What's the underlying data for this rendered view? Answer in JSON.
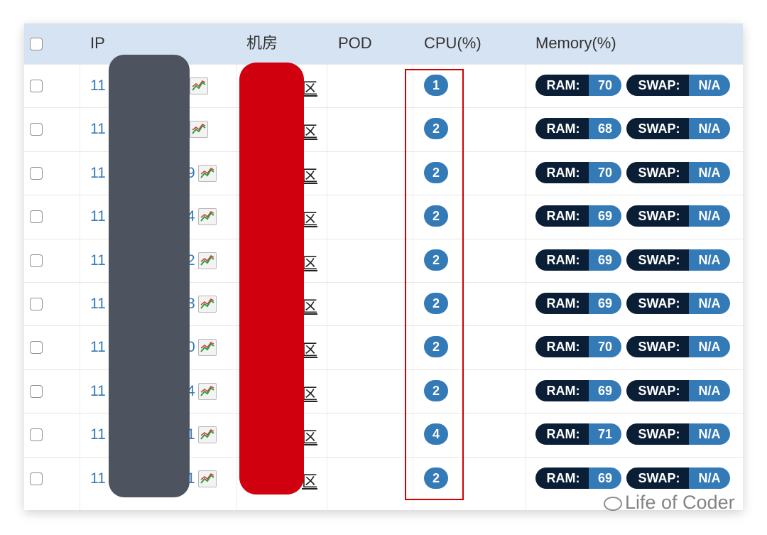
{
  "table": {
    "headers": {
      "ip": "IP",
      "room": "机房",
      "pod": "POD",
      "cpu": "CPU(%)",
      "memory": "Memory(%)"
    },
    "rows": [
      {
        "ip_prefix": "11",
        "ip_suffix": "",
        "room_suffix": "区",
        "pod": "",
        "cpu": "1",
        "ram": "70",
        "swap": "N/A"
      },
      {
        "ip_prefix": "11",
        "ip_suffix": "",
        "room_suffix": "区",
        "pod": "",
        "cpu": "2",
        "ram": "68",
        "swap": "N/A"
      },
      {
        "ip_prefix": "11",
        "ip_suffix": "9",
        "room_suffix": "区",
        "pod": "",
        "cpu": "2",
        "ram": "70",
        "swap": "N/A"
      },
      {
        "ip_prefix": "11",
        "ip_suffix": "4",
        "room_suffix": "区",
        "pod": "",
        "cpu": "2",
        "ram": "69",
        "swap": "N/A"
      },
      {
        "ip_prefix": "11",
        "ip_suffix": "2",
        "room_suffix": "区",
        "pod": "",
        "cpu": "2",
        "ram": "69",
        "swap": "N/A"
      },
      {
        "ip_prefix": "11",
        "ip_suffix": "3",
        "room_suffix": "区",
        "pod": "",
        "cpu": "2",
        "ram": "69",
        "swap": "N/A"
      },
      {
        "ip_prefix": "11",
        "ip_suffix": "0",
        "room_suffix": "区",
        "pod": "",
        "cpu": "2",
        "ram": "70",
        "swap": "N/A"
      },
      {
        "ip_prefix": "11",
        "ip_suffix": "4",
        "room_suffix": "区",
        "pod": "",
        "cpu": "2",
        "ram": "69",
        "swap": "N/A"
      },
      {
        "ip_prefix": "11",
        "ip_suffix": "1",
        "room_suffix": "区",
        "pod": "",
        "cpu": "4",
        "ram": "71",
        "swap": "N/A"
      },
      {
        "ip_prefix": "11",
        "ip_suffix": "1",
        "room_suffix": "区",
        "pod": "",
        "cpu": "2",
        "ram": "69",
        "swap": "N/A"
      }
    ]
  },
  "labels": {
    "ram": "RAM:",
    "swap": "SWAP:"
  },
  "icons": {
    "chart_button": "line-chart-icon",
    "checkbox": "checkbox-icon"
  },
  "watermark": {
    "text": "Life of Coder"
  },
  "colors": {
    "header_bg": "#d6e3f3",
    "cpu_badge": "#337ab7",
    "ram_label_bg": "#0a1e36",
    "value_bg": "#337ab7",
    "link": "#337ab7",
    "highlight_box": "#d40000",
    "mask_dark": "#4d535f",
    "mask_red": "#d0000f"
  }
}
